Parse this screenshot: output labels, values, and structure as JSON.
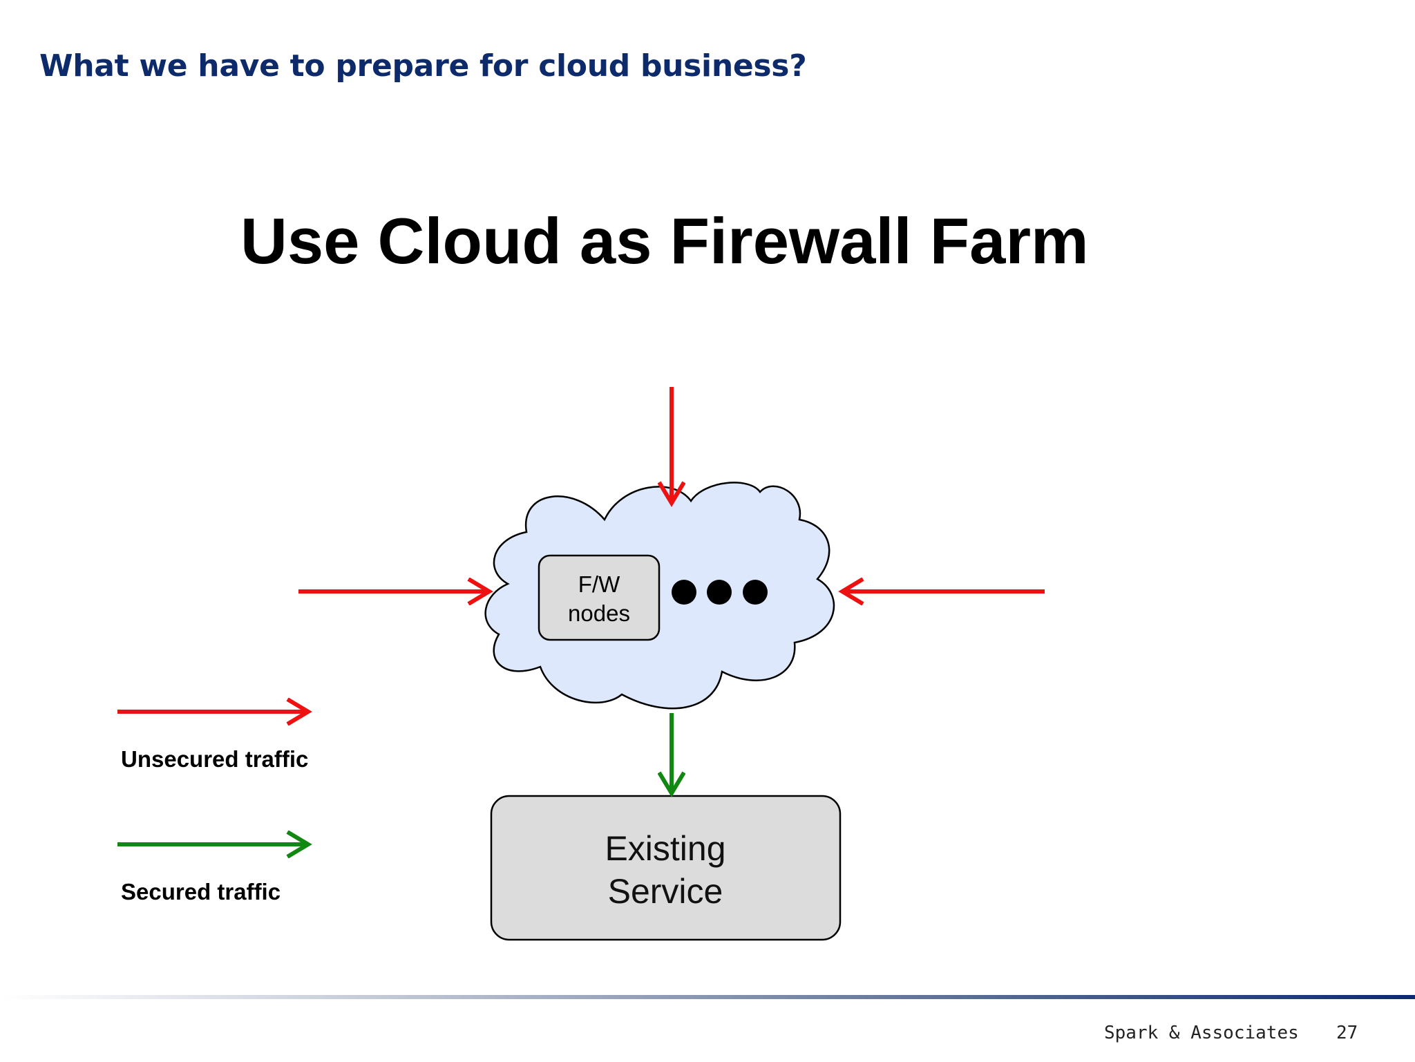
{
  "header": {
    "text": "What we have to prepare for cloud business?"
  },
  "title": {
    "text": "Use Cloud as Firewall Farm"
  },
  "diagram": {
    "fw_node": {
      "line1": "F/W",
      "line2": "nodes"
    },
    "service": {
      "line1": "Existing",
      "line2": "Service"
    }
  },
  "legend": {
    "unsecured": {
      "label": "Unsecured traffic"
    },
    "secured": {
      "label": "Secured traffic"
    }
  },
  "footer": {
    "company": "Spark & Associates",
    "page": "27"
  },
  "colors": {
    "header": "#0d2a6b",
    "unsecured": "#ee1111",
    "secured": "#118811",
    "cloud_fill": "#dde8fc",
    "box_fill": "#dcdcdc",
    "footer_rule_end": "#0d2a6b"
  }
}
